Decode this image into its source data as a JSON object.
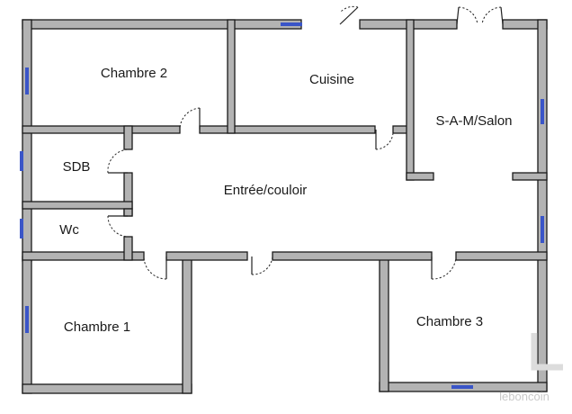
{
  "plan": {
    "rooms": [
      {
        "id": "chambre-2",
        "label": "Chambre 2"
      },
      {
        "id": "cuisine",
        "label": "Cuisine"
      },
      {
        "id": "sam-salon",
        "label": "S-A-M/Salon"
      },
      {
        "id": "sdb",
        "label": "SDB"
      },
      {
        "id": "entree",
        "label": "Entrée/couloir"
      },
      {
        "id": "wc",
        "label": "Wc"
      },
      {
        "id": "chambre-1",
        "label": "Chambre 1"
      },
      {
        "id": "chambre-3",
        "label": "Chambre 3"
      }
    ],
    "watermark": "leboncoin",
    "colors": {
      "wall": "#b3b3b3",
      "wall_outline": "#1a1a1a",
      "window": "#3a55c8",
      "background": "#ffffff"
    }
  }
}
